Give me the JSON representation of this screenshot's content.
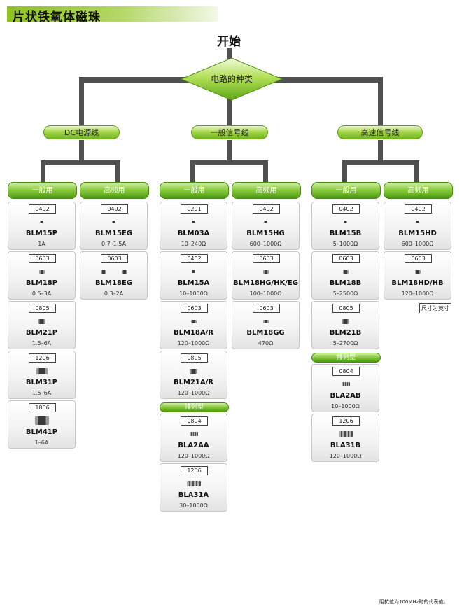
{
  "title": "片状铁氧体磁珠",
  "start_label": "开始",
  "decision_label": "电路的种类",
  "branches": [
    {
      "label": "DC电源线",
      "subs": [
        {
          "label": "一般用",
          "cards": [
            {
              "size": "0402",
              "name": "BLM15P",
              "spec": "1A",
              "chips": [
                "s"
              ]
            },
            {
              "size": "0603",
              "name": "BLM18P",
              "spec": "0.5–3A",
              "chips": [
                "m"
              ]
            },
            {
              "size": "0805",
              "name": "BLM21P",
              "spec": "1.5–6A",
              "chips": [
                "l"
              ]
            },
            {
              "size": "1206",
              "name": "BLM31P",
              "spec": "1.5–6A",
              "chips": [
                "xl"
              ]
            },
            {
              "size": "1806",
              "name": "BLM41P",
              "spec": "1–6A",
              "chips": [
                "xxl"
              ]
            }
          ]
        },
        {
          "label": "高频用",
          "cards": [
            {
              "size": "0402",
              "name": "BLM15EG",
              "spec": "0.7–1.5A",
              "chips": [
                "s"
              ]
            },
            {
              "size": "0603",
              "name": "BLM18EG",
              "spec": "0.3–2A",
              "chips": [
                "m",
                "m"
              ]
            }
          ]
        }
      ]
    },
    {
      "label": "一般信号线",
      "subs": [
        {
          "label": "一般用",
          "cards": [
            {
              "size": "0201",
              "name": "BLM03A",
              "spec": "10–240Ω",
              "chips": [
                "s"
              ]
            },
            {
              "size": "0402",
              "name": "BLM15A",
              "spec": "10–1000Ω",
              "chips": [
                "s"
              ]
            },
            {
              "size": "0603",
              "name": "BLM18A/R",
              "spec": "120–1000Ω",
              "chips": [
                "m"
              ]
            },
            {
              "size": "0805",
              "name": "BLM21A/R",
              "spec": "120–1000Ω",
              "chips": [
                "l"
              ]
            }
          ],
          "array_label": "排列型",
          "array_cards": [
            {
              "size": "0804",
              "name": "BLA2AA",
              "spec": "120–1000Ω",
              "chips": [
                "arr"
              ]
            },
            {
              "size": "1206",
              "name": "BLA31A",
              "spec": "30–1000Ω",
              "chips": [
                "arr2"
              ]
            }
          ]
        },
        {
          "label": "高频用",
          "cards": [
            {
              "size": "0402",
              "name": "BLM15HG",
              "spec": "600–1000Ω",
              "chips": [
                "s"
              ]
            },
            {
              "size": "0603",
              "name": "BLM18HG/HK/EG",
              "spec": "100–1000Ω",
              "chips": [
                "m"
              ]
            },
            {
              "size": "0603",
              "name": "BLM18GG",
              "spec": "470Ω",
              "chips": [
                "m"
              ]
            }
          ]
        }
      ]
    },
    {
      "label": "高速信号线",
      "subs": [
        {
          "label": "一般用",
          "cards": [
            {
              "size": "0402",
              "name": "BLM15B",
              "spec": "5–1000Ω",
              "chips": [
                "s"
              ]
            },
            {
              "size": "0603",
              "name": "BLM18B",
              "spec": "5–2500Ω",
              "chips": [
                "m"
              ]
            },
            {
              "size": "0805",
              "name": "BLM21B",
              "spec": "5–2700Ω",
              "chips": [
                "l"
              ]
            }
          ],
          "array_label": "排列型",
          "array_cards": [
            {
              "size": "0804",
              "name": "BLA2AB",
              "spec": "10–1000Ω",
              "chips": [
                "arr"
              ]
            },
            {
              "size": "1206",
              "name": "BLA31B",
              "spec": "120–1000Ω",
              "chips": [
                "arr2"
              ]
            }
          ]
        },
        {
          "label": "高频用",
          "cards": [
            {
              "size": "0402",
              "name": "BLM15HD",
              "spec": "600–1000Ω",
              "chips": [
                "s"
              ]
            },
            {
              "size": "0603",
              "name": "BLM18HD/HB",
              "spec": "120–1000Ω",
              "chips": [
                "m"
              ]
            }
          ]
        }
      ]
    }
  ],
  "note": "尺寸为英寸",
  "footnote": "阻抗值为100MHz时的代表值。",
  "colors": {
    "pipe": "#505050",
    "accent_green": "#6fb51e"
  }
}
